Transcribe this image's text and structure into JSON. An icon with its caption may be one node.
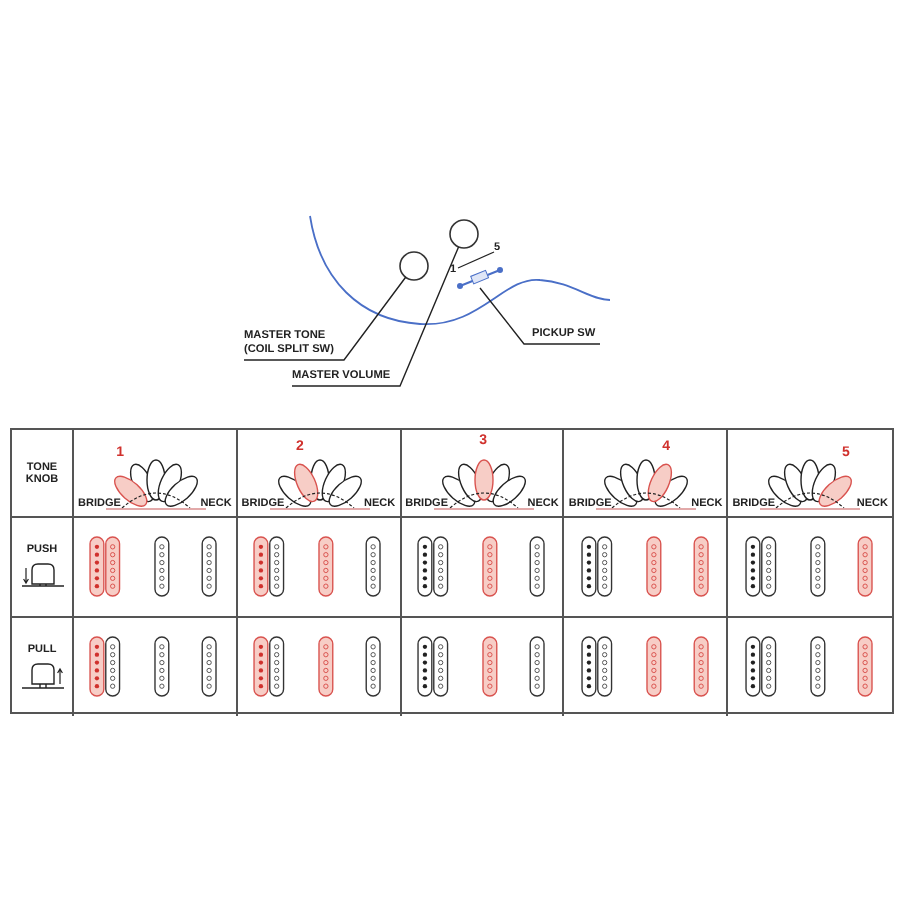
{
  "diagram": {
    "nodes": [
      {
        "text": [],
        "shape": "circle"
      },
      {
        "text": [],
        "shape": "circle"
      },
      {
        "text": [],
        "shape": "bar"
      },
      {
        "text": [
          "MASTER TONE (COIL SPLIT SW)"
        ]
      },
      {
        "text": [
          "MASTER VOLUME"
        ]
      },
      {
        "text": [
          "PICKUP SW"
        ]
      }
    ],
    "edges": [
      {
        "from": 3,
        "to": 0,
        "arrow": "none"
      },
      {
        "from": 4,
        "to": 1,
        "arrow": "none"
      },
      {
        "from": 5,
        "to": 2,
        "arrow": "none"
      }
    ],
    "labels": [
      "1",
      "5",
      "TONE KNOB",
      "1",
      "BRIDGE",
      "NECK",
      "2",
      "BRIDGE",
      "NECK",
      "3",
      "BRIDGE",
      "NECK",
      "4",
      "BRIDGE",
      "NECK",
      "5",
      "BRIDGE",
      "NECK",
      "PUSH",
      "PULL"
    ]
  }
}
